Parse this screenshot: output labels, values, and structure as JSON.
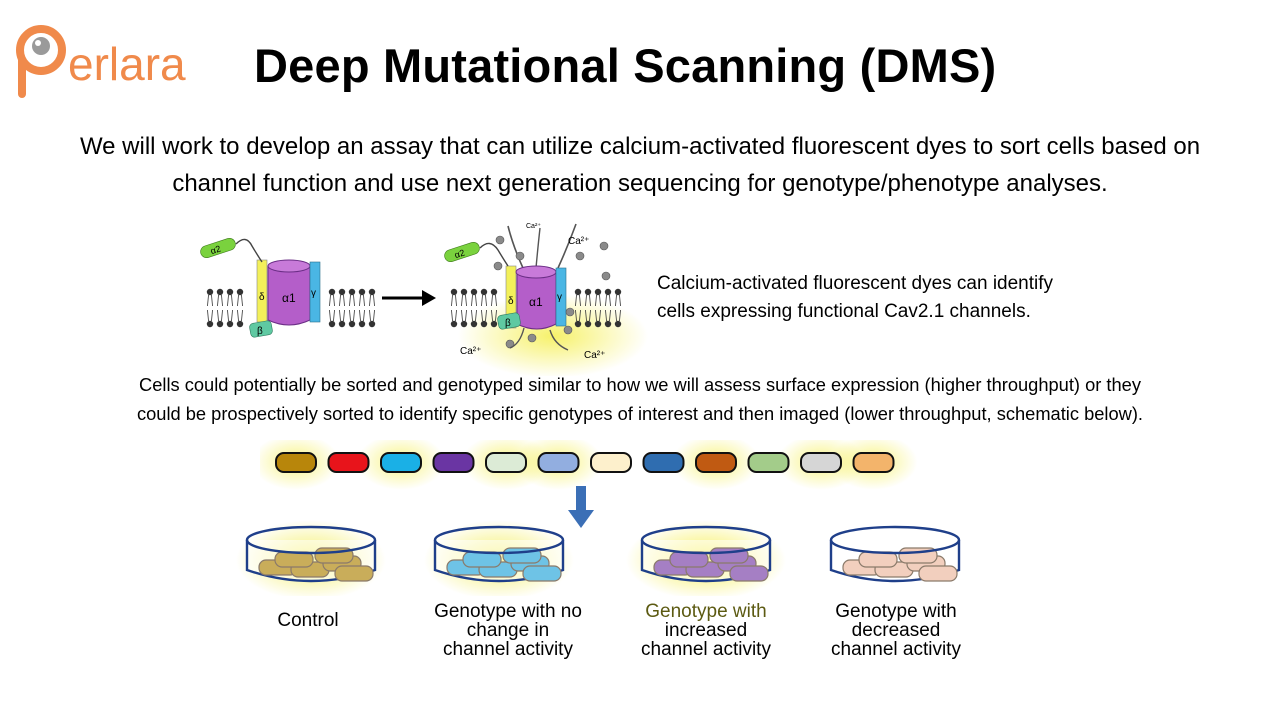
{
  "logo": {
    "text": "Perlara",
    "color": "#f08a4b"
  },
  "title": "Deep Mutational Scanning (DMS)",
  "intro": "We will work to develop an assay that can utilize calcium-activated fluorescent dyes to sort cells based on channel function and use next generation sequencing for genotype/phenotype analyses.",
  "figure": {
    "subunits": {
      "a2": "α2",
      "d": "δ",
      "a1": "α1",
      "g": "γ",
      "b": "β"
    },
    "ion": "Ca²⁺"
  },
  "caption": {
    "line1": "Calcium-activated fluorescent dyes can identify",
    "line2": "cells expressing functional Cav2.1 channels."
  },
  "sorting_text": {
    "line1": "Cells could potentially be sorted and genotyped similar to how we will assess surface expression (higher throughput) or they",
    "line2": "could be prospectively sorted to identify specific genotypes of interest and then imaged (lower throughput, schematic below)."
  },
  "cell_colors": [
    "#b8860b",
    "#e8141b",
    "#1ab0e6",
    "#6a35a3",
    "#dcebd6",
    "#92aee0",
    "#fdf0cc",
    "#2f6db0",
    "#c05a12",
    "#a3cc8a",
    "#d6d6d6",
    "#f3b46b"
  ],
  "dishes": [
    {
      "line1": "Control",
      "line2": "",
      "line3": "",
      "cell_color": "#c9ad5a",
      "glow": "#f2ec4c",
      "l1_color": "#000000"
    },
    {
      "line1": "Genotype with no",
      "line2": "change in",
      "line3": "channel activity",
      "cell_color": "#6ec3e6",
      "glow": "#f2ec4c",
      "l1_color": "#000000"
    },
    {
      "line1": "Genotype with",
      "line2": "increased",
      "line3": "channel activity",
      "cell_color": "#a57fc4",
      "glow": "#f5ec36",
      "l1_color": "#5c5a12"
    },
    {
      "line1": "Genotype with",
      "line2": "decreased",
      "line3": "channel activity",
      "cell_color": "#f2cfbe",
      "glow": "",
      "l1_color": "#000000"
    }
  ]
}
